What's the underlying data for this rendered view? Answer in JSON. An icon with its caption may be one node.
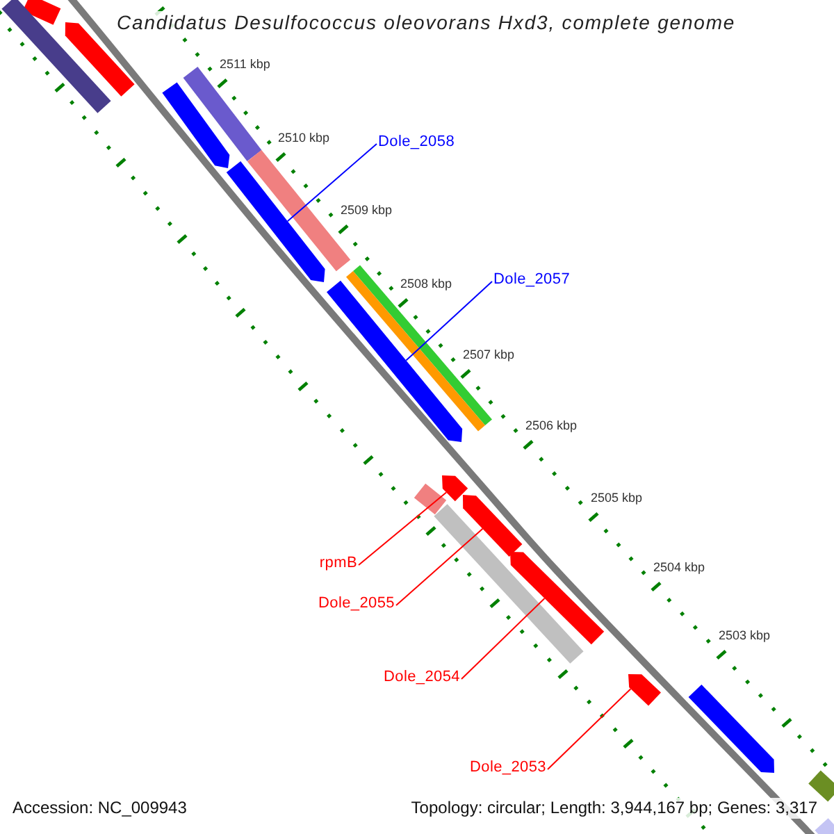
{
  "diagram": {
    "title": "Candidatus Desulfococcus oleovorans Hxd3, complete genome",
    "nodes": [
      {
        "text": [
          "Dole_2058"
        ]
      },
      {
        "text": [
          "Dole_2057"
        ]
      },
      {
        "text": [
          "rpmB"
        ]
      },
      {
        "text": [
          "Dole_2055"
        ]
      },
      {
        "text": [
          "Dole_2054"
        ]
      },
      {
        "text": [
          "Dole_2053"
        ]
      },
      {
        "text": [],
        "shape": "bar"
      },
      {
        "text": [],
        "shape": "bar"
      },
      {
        "text": [],
        "shape": "pentagon"
      },
      {
        "text": [],
        "shape": "bar"
      },
      {
        "text": [],
        "shape": "pentagon"
      },
      {
        "text": [],
        "shape": "bar"
      },
      {
        "text": [],
        "shape": "pentagon"
      },
      {
        "text": [],
        "shape": "bar"
      },
      {
        "text": [],
        "shape": "bar"
      },
      {
        "text": [],
        "shape": "pentagon"
      },
      {
        "text": [],
        "shape": "pentagon"
      },
      {
        "text": [],
        "shape": "bar"
      },
      {
        "text": [],
        "shape": "pentagon"
      },
      {
        "text": [],
        "shape": "bar"
      },
      {
        "text": [],
        "shape": "pentagon"
      },
      {
        "text": [],
        "shape": "pentagon"
      },
      {
        "text": [],
        "shape": "pentagon"
      },
      {
        "text": [],
        "shape": "bar"
      },
      {
        "text": [],
        "shape": "bar"
      }
    ],
    "edges": [
      {
        "from": 0,
        "to": 12,
        "arrow": "none",
        "color": "#0000ff"
      },
      {
        "from": 1,
        "to": 15,
        "arrow": "none",
        "color": "#0000ff"
      },
      {
        "from": 2,
        "to": 16,
        "arrow": "none"
      },
      {
        "from": 3,
        "to": 18,
        "arrow": "none"
      },
      {
        "from": 4,
        "to": 20,
        "arrow": "none"
      },
      {
        "from": 5,
        "to": 21,
        "arrow": "none"
      }
    ],
    "labels": [
      "2511 kbp",
      "2510 kbp",
      "2509 kbp",
      "2508 kbp",
      "2507 kbp",
      "2506 kbp",
      "2505 kbp",
      "2504 kbp",
      "2503 kbp",
      "Accession: NC_009943",
      "Topology: circular; Length: 3,944,167 bp; Genes: 3,317"
    ]
  }
}
